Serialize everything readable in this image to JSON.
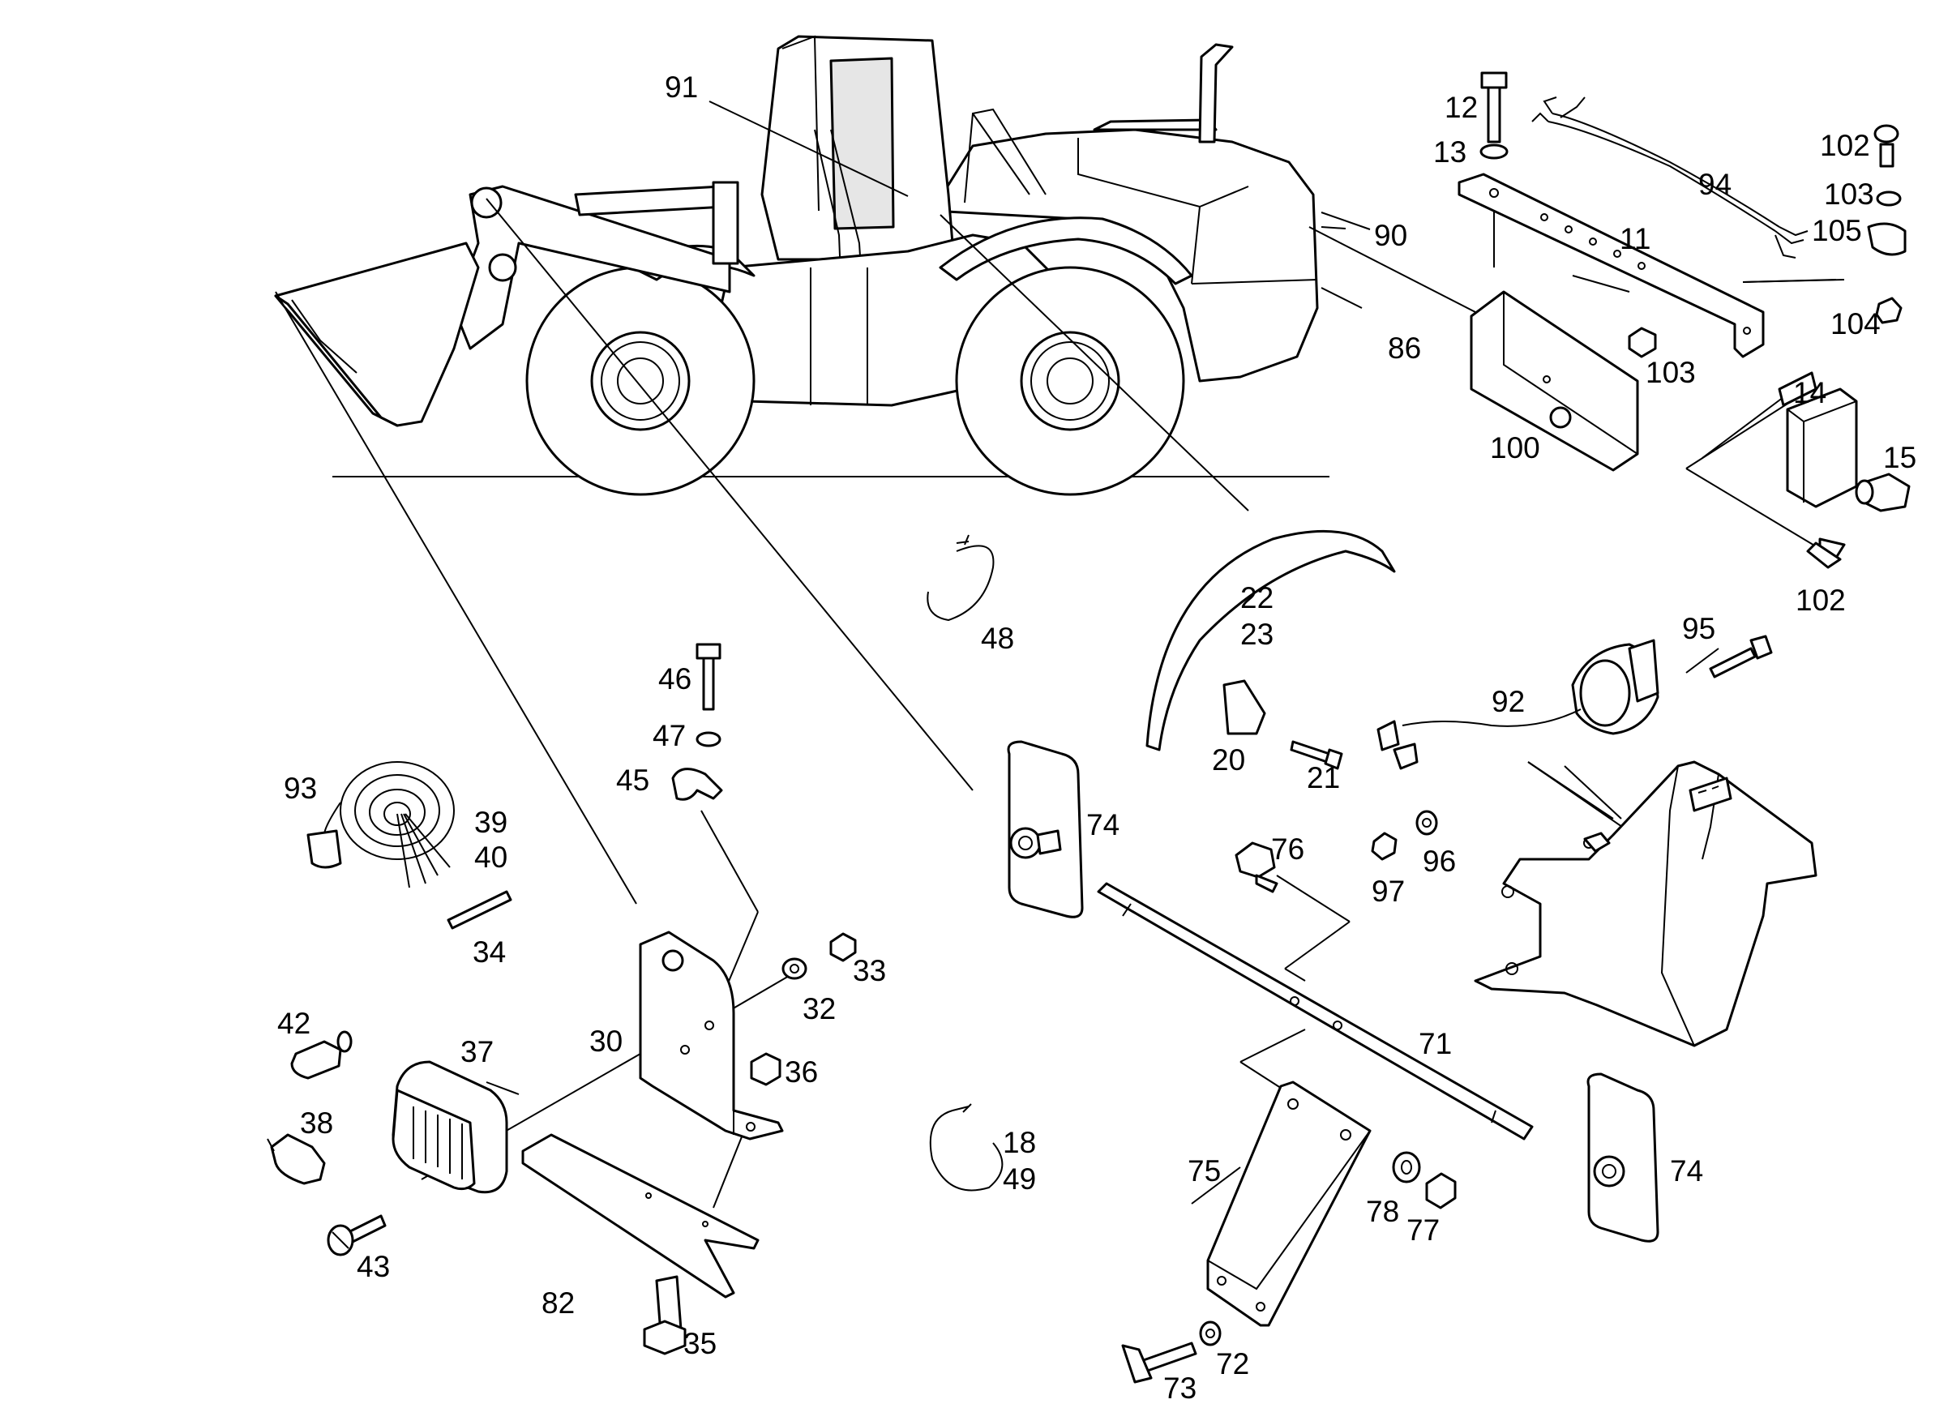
{
  "parts": [
    {
      "id": "91",
      "label": "91"
    },
    {
      "id": "12",
      "label": "12"
    },
    {
      "id": "13",
      "label": "13"
    },
    {
      "id": "94",
      "label": "94"
    },
    {
      "id": "102a",
      "label": "102"
    },
    {
      "id": "103a",
      "label": "103"
    },
    {
      "id": "105",
      "label": "105"
    },
    {
      "id": "90",
      "label": "90"
    },
    {
      "id": "11",
      "label": "11"
    },
    {
      "id": "104",
      "label": "104"
    },
    {
      "id": "86",
      "label": "86"
    },
    {
      "id": "103b",
      "label": "103"
    },
    {
      "id": "14",
      "label": "14"
    },
    {
      "id": "100",
      "label": "100"
    },
    {
      "id": "15",
      "label": "15"
    },
    {
      "id": "102b",
      "label": "102"
    },
    {
      "id": "22",
      "label": "22"
    },
    {
      "id": "23",
      "label": "23"
    },
    {
      "id": "48",
      "label": "48"
    },
    {
      "id": "95",
      "label": "95"
    },
    {
      "id": "46",
      "label": "46"
    },
    {
      "id": "92",
      "label": "92"
    },
    {
      "id": "47",
      "label": "47"
    },
    {
      "id": "20",
      "label": "20"
    },
    {
      "id": "21",
      "label": "21"
    },
    {
      "id": "93",
      "label": "93"
    },
    {
      "id": "45",
      "label": "45"
    },
    {
      "id": "74a",
      "label": "74"
    },
    {
      "id": "39",
      "label": "39"
    },
    {
      "id": "40",
      "label": "40"
    },
    {
      "id": "76",
      "label": "76"
    },
    {
      "id": "96",
      "label": "96"
    },
    {
      "id": "97",
      "label": "97"
    },
    {
      "id": "34",
      "label": "34"
    },
    {
      "id": "33",
      "label": "33"
    },
    {
      "id": "32",
      "label": "32"
    },
    {
      "id": "42",
      "label": "42"
    },
    {
      "id": "37",
      "label": "37"
    },
    {
      "id": "30",
      "label": "30"
    },
    {
      "id": "71",
      "label": "71"
    },
    {
      "id": "36",
      "label": "36"
    },
    {
      "id": "38",
      "label": "38"
    },
    {
      "id": "18",
      "label": "18"
    },
    {
      "id": "49",
      "label": "49"
    },
    {
      "id": "75",
      "label": "75"
    },
    {
      "id": "74b",
      "label": "74"
    },
    {
      "id": "78",
      "label": "78"
    },
    {
      "id": "77",
      "label": "77"
    },
    {
      "id": "43",
      "label": "43"
    },
    {
      "id": "82",
      "label": "82"
    },
    {
      "id": "35",
      "label": "35"
    },
    {
      "id": "72",
      "label": "72"
    },
    {
      "id": "73",
      "label": "73"
    }
  ]
}
